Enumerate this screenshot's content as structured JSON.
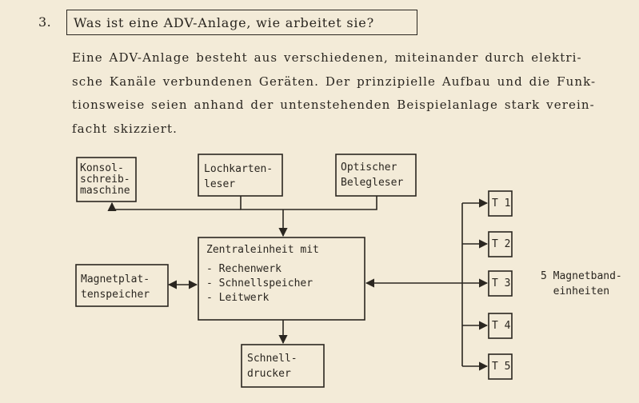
{
  "section": {
    "number": "3.",
    "heading": "Was ist eine ADV-Anlage, wie arbeitet sie?"
  },
  "paragraph": {
    "lines": [
      "Eine ADV-Anlage besteht aus verschiedenen, miteinander durch elektri-",
      "sche Kanäle verbundenen Geräten. Der prinzipielle Aufbau und die Funk-",
      "tionsweise seien anhand der untenstehenden Beispielanlage stark verein-",
      "facht skizziert."
    ]
  },
  "diagram": {
    "konsole": [
      "Konsol-",
      "schreib-",
      "maschine"
    ],
    "lochkarten": [
      "Lochkarten-",
      "leser"
    ],
    "optisch": [
      "Optischer",
      "Belegleser"
    ],
    "zentral": [
      "Zentraleinheit mit",
      "- Rechenwerk",
      "- Schnellspeicher",
      "- Leitwerk"
    ],
    "magnetplatten": [
      "Magnetplat-",
      "tenspeicher"
    ],
    "schnelldrucker": [
      "Schnell-",
      "drucker"
    ],
    "tapes": [
      "T 1",
      "T 2",
      "T 3",
      "T 4",
      "T 5"
    ],
    "tape_caption": [
      "5 Magnetband-",
      "einheiten"
    ]
  },
  "colors": {
    "paper": "#f3ebd8",
    "ink": "#2a2620"
  }
}
